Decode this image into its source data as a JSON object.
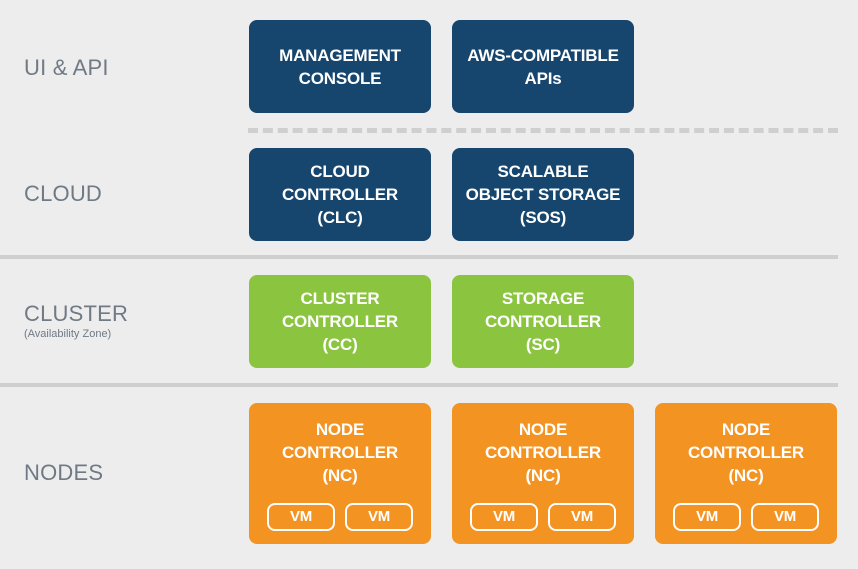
{
  "layers": {
    "ui_api": "UI & API",
    "cloud": "CLOUD",
    "cluster": "CLUSTER",
    "cluster_sub": "(Availability Zone)",
    "nodes": "NODES"
  },
  "boxes": {
    "management_console": [
      "MANAGEMENT",
      "CONSOLE"
    ],
    "aws_apis": [
      "AWS-COMPATIBLE",
      "APIs"
    ],
    "cloud_controller": [
      "CLOUD",
      "CONTROLLER",
      "(CLC)"
    ],
    "object_storage": [
      "SCALABLE",
      "OBJECT STORAGE",
      "(SOS)"
    ],
    "cluster_controller": [
      "CLUSTER",
      "CONTROLLER",
      "(CC)"
    ],
    "storage_controller": [
      "STORAGE",
      "CONTROLLER",
      "(SC)"
    ],
    "node_controller": [
      "NODE",
      "CONTROLLER",
      "(NC)"
    ]
  },
  "vm_label": "VM",
  "colors": {
    "background": "#ededed",
    "navy": "#16456e",
    "green": "#8bc53f",
    "orange": "#f39322",
    "label": "#6f7a85",
    "divider": "#cfcfcf"
  }
}
